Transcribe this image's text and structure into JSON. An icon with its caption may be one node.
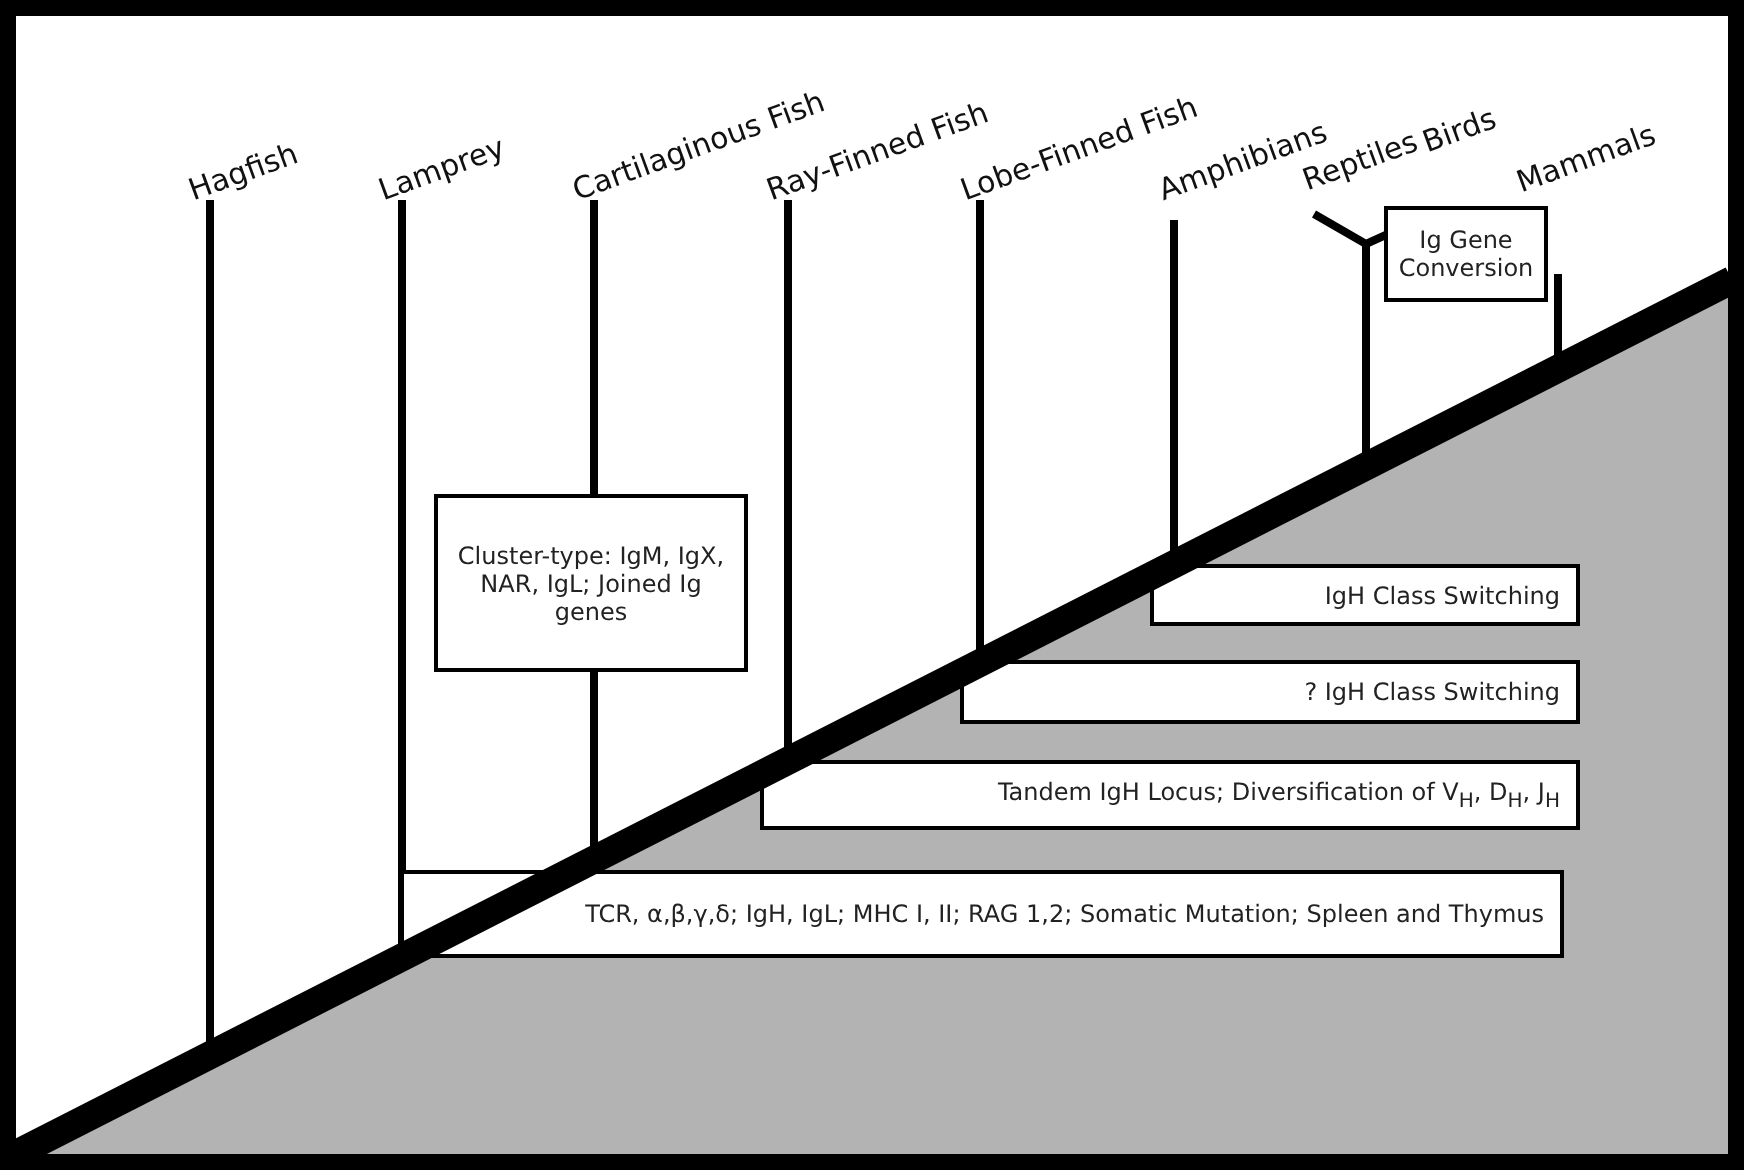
{
  "diagram": {
    "nodes": [
      {
        "text": [
          "Ig Gene Conversion"
        ]
      },
      {
        "text": [
          "Cluster-type: IgM, IgX, NAR, IgL; Joined Ig genes"
        ]
      },
      {
        "text": [
          "IgH Class Switching"
        ]
      },
      {
        "text": [
          "? IgH Class Switching"
        ]
      },
      {
        "text": [
          "Tandem IgH Locus; Diversification of V$_{H}$, D$_{H}$, J$_{H}$"
        ]
      },
      {
        "text": [
          "TCR, α,β,γ,δ;  IgH, IgL; MHC I, II; RAG 1,2; Somatic Mutation; Spleen and Thymus"
        ]
      }
    ],
    "labels": [
      "Hagfish",
      "Lamprey",
      "Cartilaginous Fish",
      "Ray-Finned Fish",
      "Lobe-Finned Fish",
      "Amphibians",
      "Reptiles",
      "Birds",
      "Mammals"
    ]
  }
}
